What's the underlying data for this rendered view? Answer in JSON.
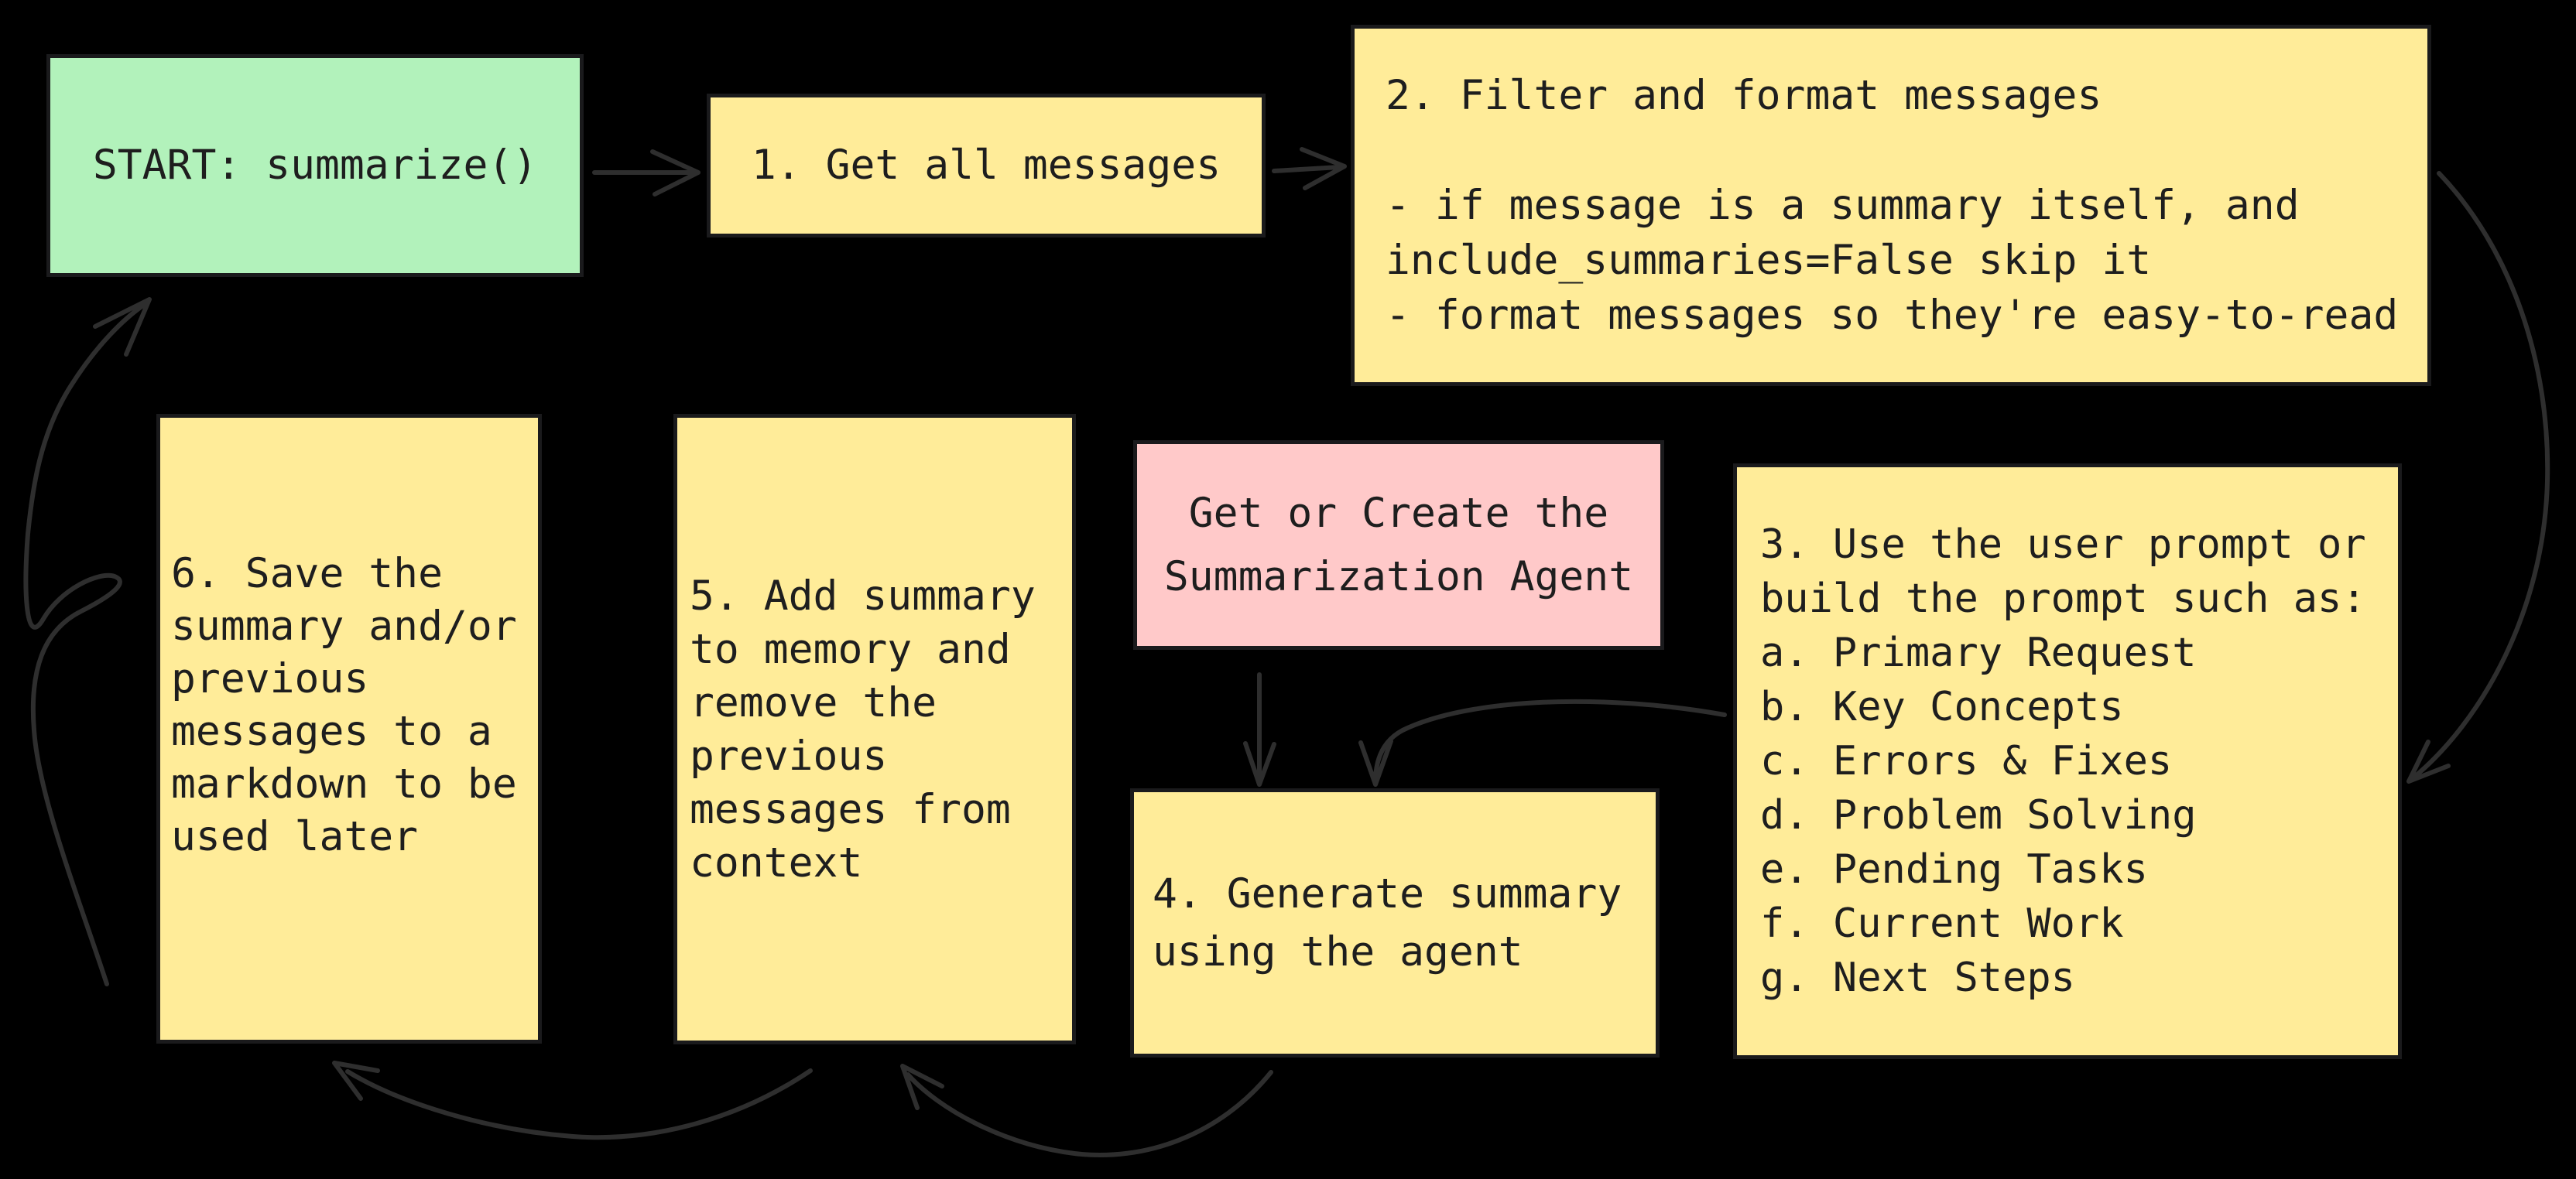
{
  "diagram": {
    "title_hint": "summarize() flow",
    "background_color": "#000000",
    "arrow_color": "#2e2e2e",
    "node_border_color": "#1a1a1c",
    "text_color": "#1e1e1e",
    "node_colors": {
      "green": "#b2f2bb",
      "yellow": "#ffec99",
      "pink": "#ffc9c9"
    },
    "nodes": {
      "start": {
        "label": "START: summarize()",
        "fill": "#b2f2bb",
        "shape": "rectangle"
      },
      "step1": {
        "label": "1. Get all messages",
        "fill": "#ffec99",
        "shape": "rectangle"
      },
      "step2": {
        "label": "2. Filter and format messages\n\n- if message is a summary itself, and\ninclude_summaries=False skip it\n- format messages so they're easy-to-read",
        "fill": "#ffec99",
        "shape": "rectangle"
      },
      "step3": {
        "label": "3. Use the user prompt or\nbuild the prompt such as:\na. Primary Request\nb. Key Concepts\nc. Errors & Fixes\nd. Problem Solving\ne. Pending Tasks\nf. Current Work\ng. Next Steps",
        "fill": "#ffec99",
        "shape": "rectangle"
      },
      "agent": {
        "label": "Get or Create the\nSummarization Agent",
        "fill": "#ffc9c9",
        "shape": "rectangle"
      },
      "step4": {
        "label": "4. Generate summary\nusing the agent",
        "fill": "#ffec99",
        "shape": "rectangle"
      },
      "step5": {
        "label": "5. Add summary\nto memory and\nremove the\nprevious\nmessages from\ncontext",
        "fill": "#ffec99",
        "shape": "rectangle"
      },
      "step6": {
        "label": "6. Save the\nsummary and/or\nprevious\nmessages to a\nmarkdown to be\nused later",
        "fill": "#ffec99",
        "shape": "rectangle"
      }
    },
    "edges": [
      {
        "from": "start",
        "to": "step1",
        "style": "straight-arrow"
      },
      {
        "from": "step1",
        "to": "step2",
        "style": "straight-arrow"
      },
      {
        "from": "step2",
        "to": "step3",
        "style": "curved-right-side"
      },
      {
        "from": "step3",
        "to": "step4",
        "style": "curved-down"
      },
      {
        "from": "agent",
        "to": "step4",
        "style": "straight-down"
      },
      {
        "from": "step4",
        "to": "step5",
        "style": "curved-under"
      },
      {
        "from": "step5",
        "to": "step6",
        "style": "curved-under"
      },
      {
        "from": "step6",
        "to": "start",
        "style": "curly-loop-up"
      }
    ]
  }
}
